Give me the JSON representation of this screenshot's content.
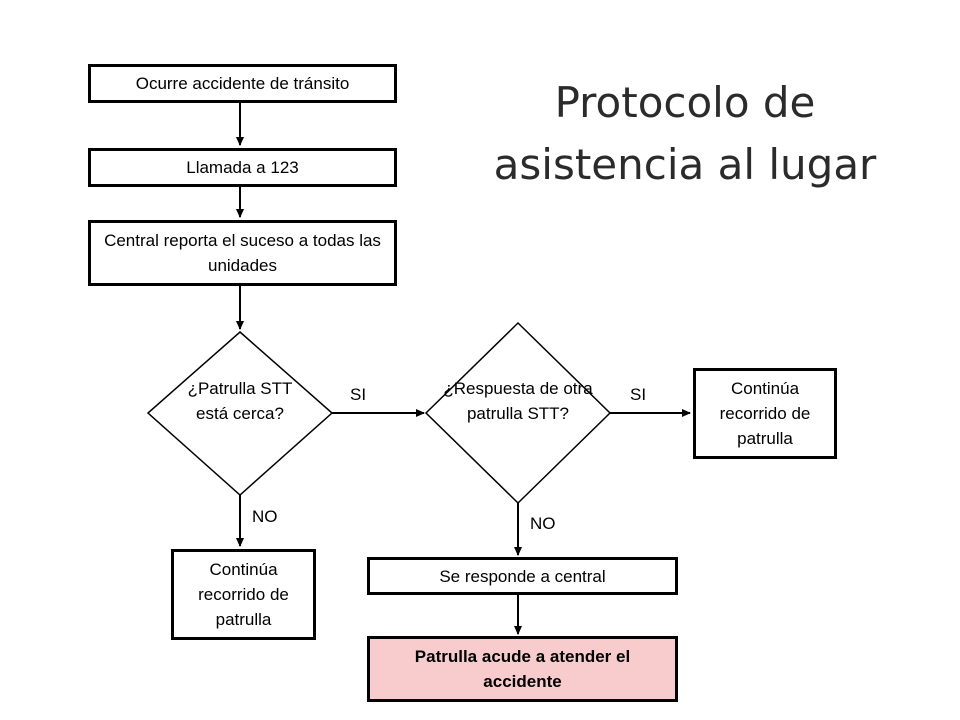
{
  "title": {
    "line1": "Protocolo de",
    "line2": "asistencia al lugar"
  },
  "nodes": {
    "start": "Ocurre accidente de tránsito",
    "call": "Llamada a 123",
    "report": "Central reporta el suceso a todas las unidades",
    "decision1": "¿Patrulla STT está cerca?",
    "decision2": "¿Respuesta de otra patrulla STT?",
    "continue_right": "Continúa recorrido de patrulla",
    "continue_left": "Continúa recorrido de patrulla",
    "respond": "Se responde a central",
    "attend": "Patrulla acude a atender el accidente"
  },
  "edges": {
    "yes1": "SI",
    "yes2": "SI",
    "no1": "NO",
    "no2": "NO"
  }
}
